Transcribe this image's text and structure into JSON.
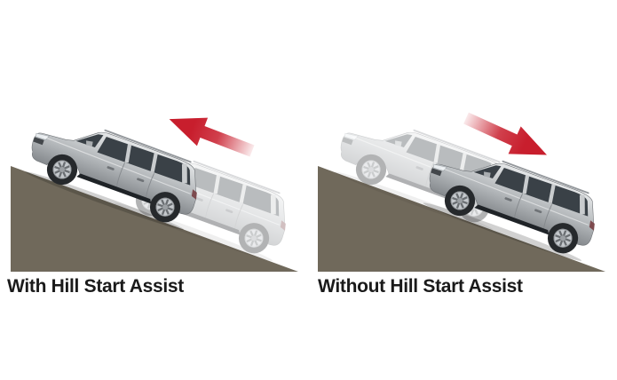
{
  "figure": {
    "panels": [
      {
        "label": "With Hill Start Assist",
        "arrow_icon": "arrow-uphill-left-icon"
      },
      {
        "label": "Without Hill Start Assist",
        "arrow_icon": "arrow-downhill-right-icon"
      }
    ]
  },
  "colors": {
    "background": "#ffffff",
    "slope": "#70695b",
    "arrow_red": "#c81e2d",
    "label_text": "#1a1a1a",
    "car_body_light": "#e9ebec",
    "car_body_mid": "#b3b7ba",
    "car_body_dark": "#7e8286",
    "car_window": "#3a4147",
    "car_tire": "#26292c",
    "car_rim": "#c4c8cc",
    "car_underbody": "#1f2327",
    "ghost_opacity": "0.35"
  }
}
